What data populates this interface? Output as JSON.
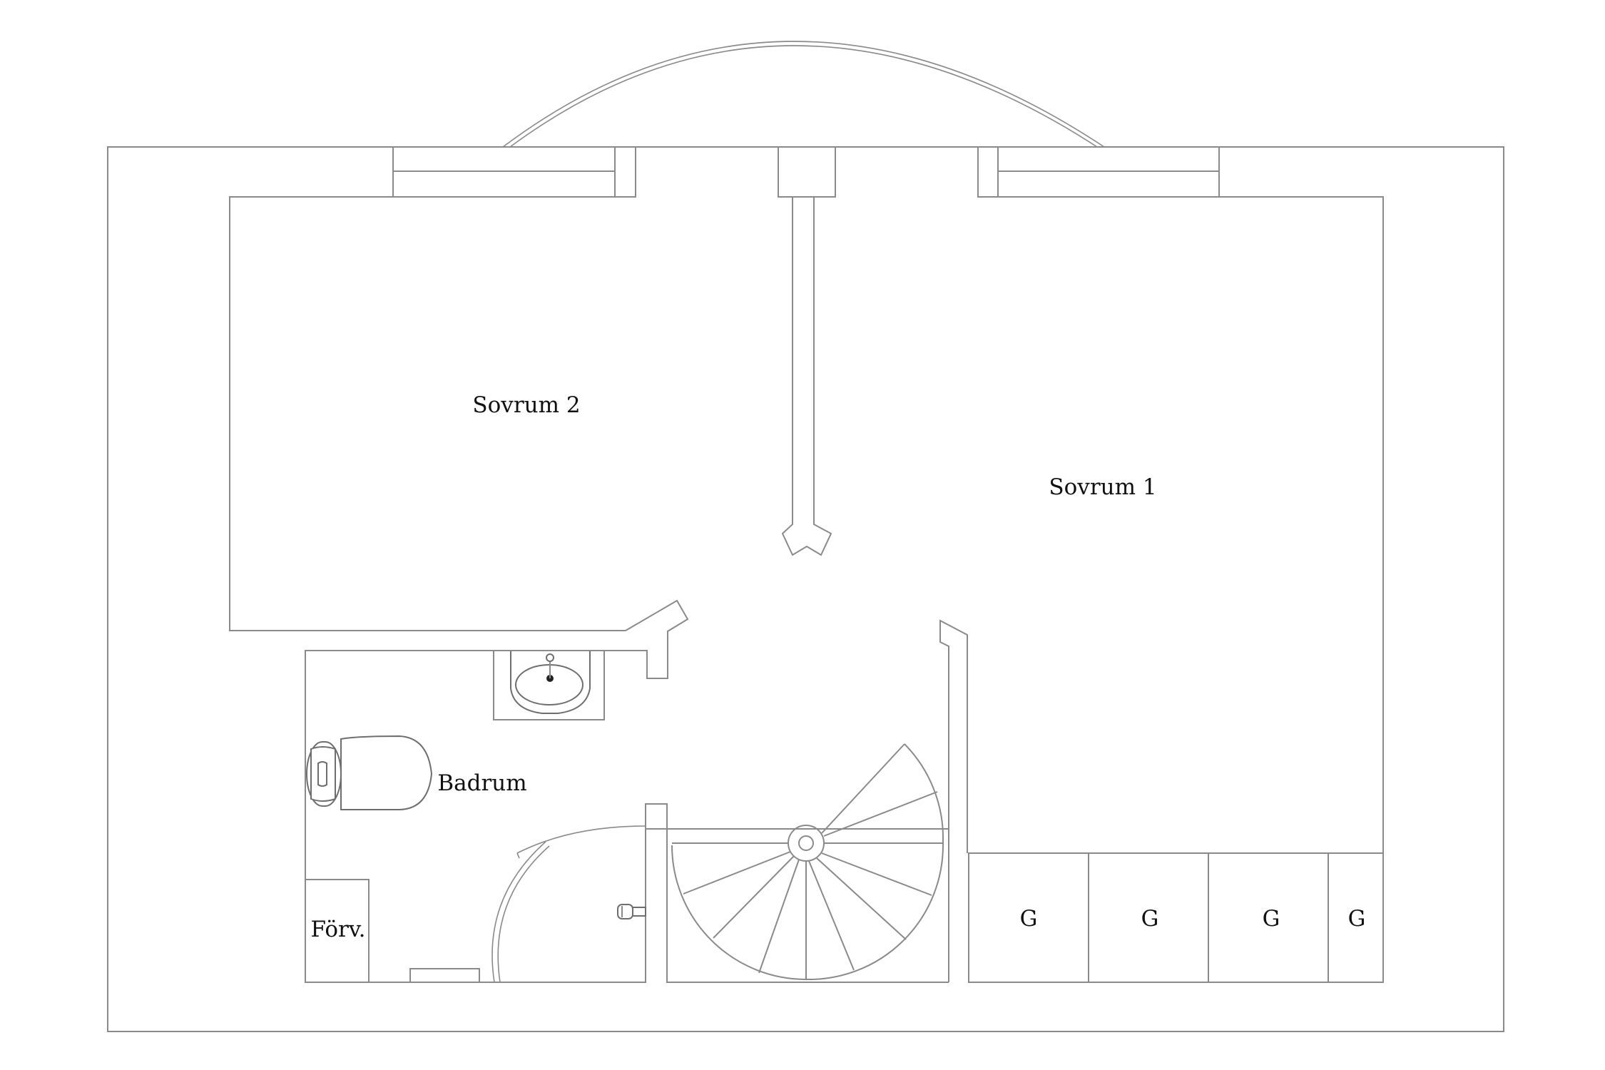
{
  "rooms": {
    "sovrum_2": "Sovrum 2",
    "sovrum_1": "Sovrum 1",
    "badrum": "Badrum",
    "forv": "Förv.",
    "g1": "G",
    "g2": "G",
    "g3": "G",
    "g4": "G"
  }
}
